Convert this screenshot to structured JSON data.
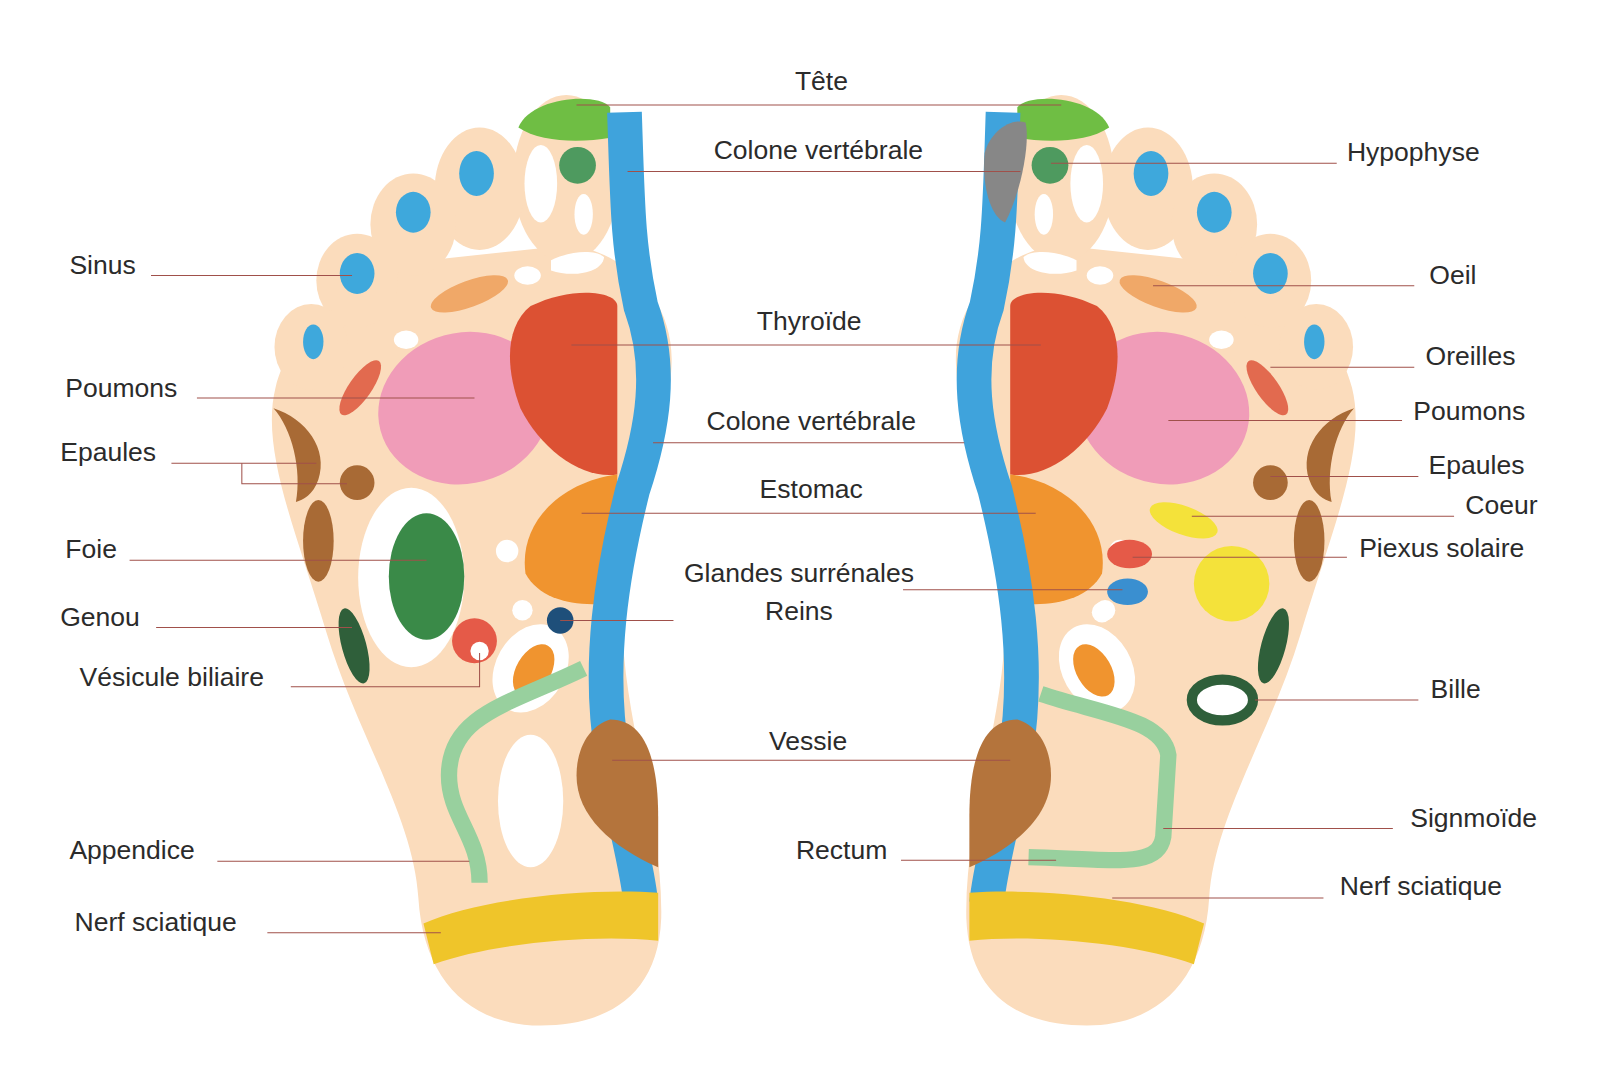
{
  "diagram": {
    "labels": [
      "Tête",
      "Colone vertébrale",
      "Hypophyse",
      "Sinus",
      "Oeil",
      "Thyroïde",
      "Oreilles",
      "Poumons",
      "Poumons",
      "Colone vertébrale",
      "Epaules",
      "Epaules",
      "Estomac",
      "Coeur",
      "Piexus solaire",
      "Foie",
      "Glandes surrénales Reins",
      "Genou",
      "Vésicule biliaire",
      "Bille",
      "Vessie",
      "Signmoïde",
      "Appendice",
      "Rectum",
      "Nerf sciatique",
      "Nerf sciatique"
    ]
  }
}
